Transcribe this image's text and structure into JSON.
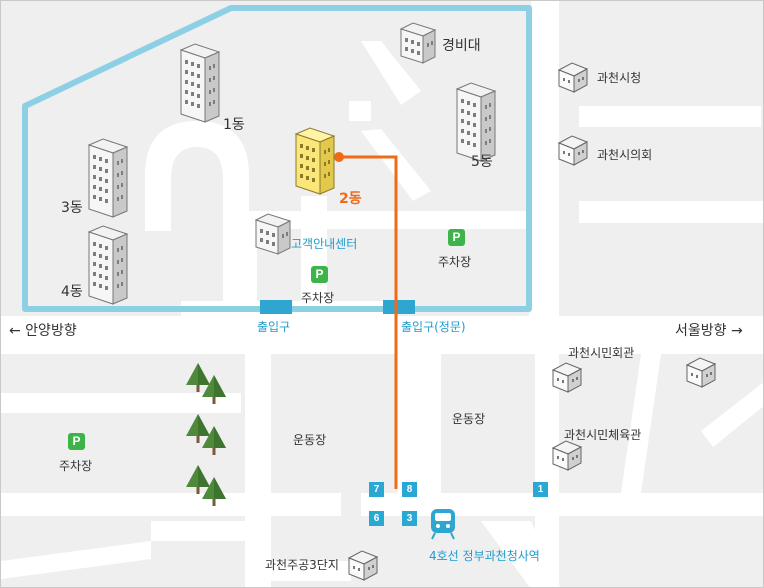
{
  "labels": {
    "bldg1": "1동",
    "bldg2": "2동",
    "bldg3": "3동",
    "bldg4": "4동",
    "bldg5": "5동",
    "guard": "경비대",
    "customer_center": "고객안내센터",
    "parking_inner": "주차장",
    "parking_right": "주차장",
    "parking_left": "주차장",
    "gate_left": "출입구",
    "gate_main": "출입구(정문)",
    "to_anyang": "← 안양방향",
    "to_seoul": "서울방향 →",
    "city_hall": "과천시청",
    "city_council": "과천시의회",
    "civic_hall": "과천시민회관",
    "gym": "과천시민체육관",
    "field_left": "운동장",
    "field_center": "운동장",
    "apartment": "과천주공3단지",
    "station": "4호선 정부과천청사역"
  },
  "parking_icon_text": "P",
  "exits": [
    "7",
    "8",
    "6",
    "3",
    "1"
  ],
  "colors": {
    "boundary": "#8dd0e6",
    "route": "#f06b17",
    "gate": "#2fa6d0",
    "road": "#ffffff",
    "block": "#efefef",
    "parking": "#3cb44a"
  }
}
